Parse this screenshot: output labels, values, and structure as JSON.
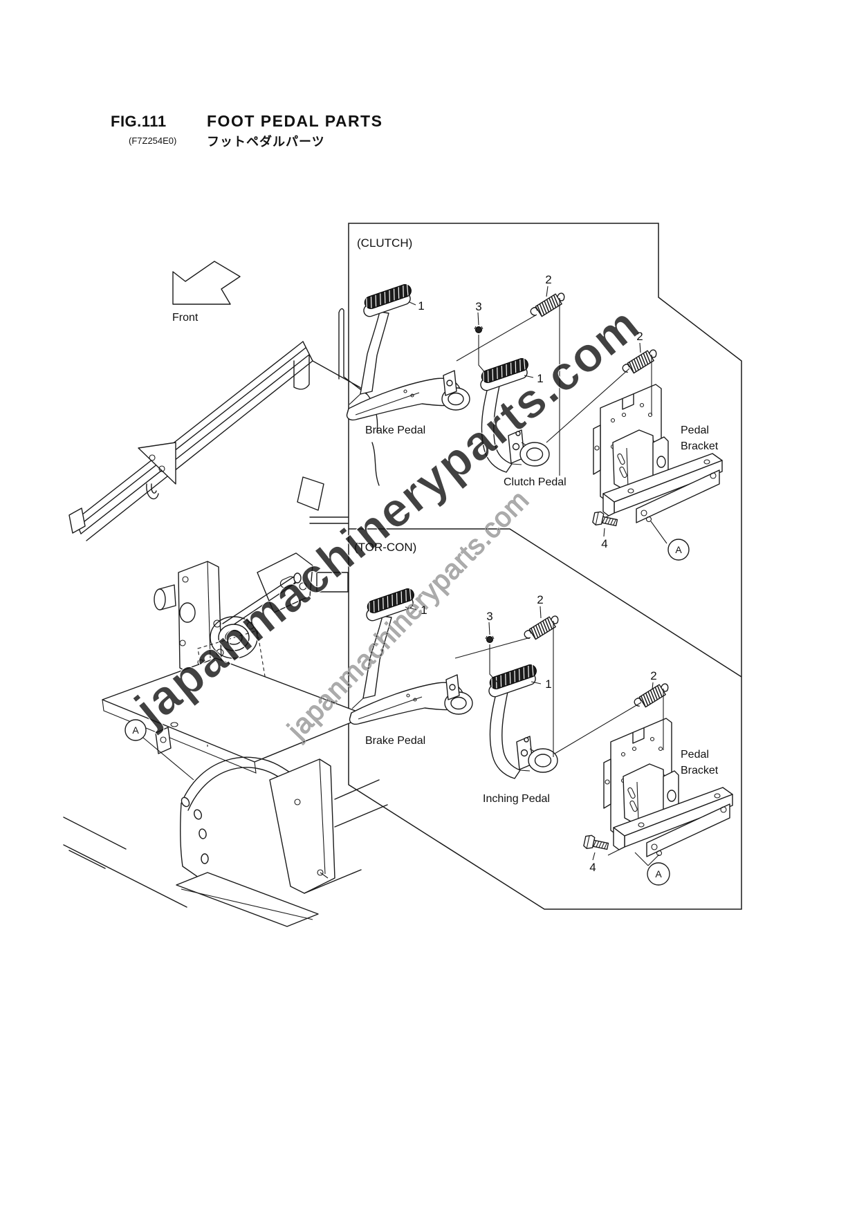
{
  "figure": {
    "fig_no": "FIG.111",
    "title": "FOOT PEDAL PARTS",
    "code": "(F7Z254E0)",
    "title_ja": "フットペダルパーツ"
  },
  "front_label": "Front",
  "watermark": {
    "text": "japanmachineryparts.com"
  },
  "sections": {
    "clutch": {
      "header": "(CLUTCH)",
      "brake_pedal": "Brake Pedal",
      "clutch_pedal": "Clutch Pedal",
      "bracket_line1": "Pedal",
      "bracket_line2": "Bracket"
    },
    "torcon": {
      "header": "(TOR-CON)",
      "brake_pedal": "Brake Pedal",
      "inching_pedal": "Inching Pedal",
      "bracket_line1": "Pedal",
      "bracket_line2": "Bracket"
    }
  },
  "callouts": {
    "n1": "1",
    "n2": "2",
    "n3": "3",
    "n4": "4",
    "detail": "A"
  }
}
